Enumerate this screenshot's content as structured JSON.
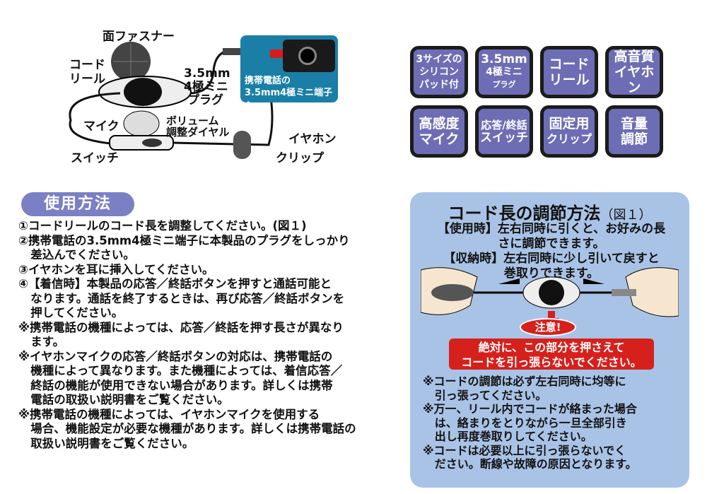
{
  "diagram": {
    "labels": {
      "fastener": "面ファスナー",
      "cord_reel": [
        "コード",
        "リール"
      ],
      "plug": [
        "3.5mm",
        "4極ミニ",
        "プラグ"
      ],
      "volume": [
        "ボリューム",
        "調整ダイヤル"
      ],
      "mic": "マイク",
      "switch": "スイッチ",
      "earphone": "イヤホン",
      "clip": "クリップ"
    },
    "phone_caption": [
      "携帯電話の",
      "3.5mm4極ミニ端子へ"
    ]
  },
  "features": [
    {
      "lines": [
        "3サイズの",
        "シリコン",
        "パッド付"
      ]
    },
    {
      "lines": [
        "3.5mm",
        "4極ミニ",
        "プラグ"
      ]
    },
    {
      "lines": [
        "コード",
        "リール"
      ]
    },
    {
      "lines": [
        "高音質",
        "イヤホン"
      ]
    },
    {
      "lines": [
        "高感度",
        "マイク"
      ]
    },
    {
      "lines": [
        "応答/終話",
        "スイッチ"
      ]
    },
    {
      "lines": [
        "固定用",
        "クリップ"
      ]
    },
    {
      "lines": [
        "音量",
        "調節"
      ]
    }
  ],
  "usage": {
    "heading": "使用方法",
    "lines": [
      "①コードリールのコード長を調整してください。(図１)",
      "②携帯電話の3.5mm4極ミニ端子に本製品のプラグをしっかり",
      "   差込んでください。",
      "③イヤホンを耳に挿入してください。",
      "④【着信時】本製品の応答／終話ボタンを押すと通話可能と",
      "   なります。通話を終了するときは、再び応答／終話ボタンを",
      "   押してください。",
      "※携帯電話の機種によっては、応答／終話を押す長さが異なり",
      "   ます。",
      "※イヤホンマイクの応答／終話ボタンの対応は、携帯電話の",
      "   機種によって異なります。また機種によっては、着信応答／",
      "   終話の機能が使用できない場合があります。詳しくは携帯",
      "   電話の取扱い説明書をご覧ください。",
      "※携帯電話の機種によっては、イヤホンマイクを使用する",
      "   場合、機能設定が必要な機種があります。詳しくは携帯電話の",
      "   取扱い説明書をご覧ください。"
    ]
  },
  "cord_adjust": {
    "title": "コード長の調節方法",
    "fig": "（図１）",
    "lines": [
      "【使用時】左右同時に引くと、お好みの長",
      "さに調節できます。",
      "【収納時】左右同時に少し引いて戻すと",
      "巻取りできます。"
    ],
    "caution": "注意!",
    "warning": [
      "絶対に、この部分を押さえて",
      "コードを引っ張らないでください。"
    ],
    "notes": [
      "※コードの調節は必ず左右同時に均等に",
      "   引っ張ってください。",
      "※万一、リール内でコードが絡まった場合",
      "   は、絡まりをとりながら一旦全部引き",
      "   出し再度巻取りしてください。",
      "※コードは必要以上に引っ張らないでく",
      "   ださい。断線や故障の原因となります。"
    ]
  },
  "colors": {
    "tile": "#6d6db5",
    "box": "#a9c3e6",
    "warning": "#d6201c",
    "pill": "#7b7fc4",
    "phone": "#1a7fa6"
  }
}
